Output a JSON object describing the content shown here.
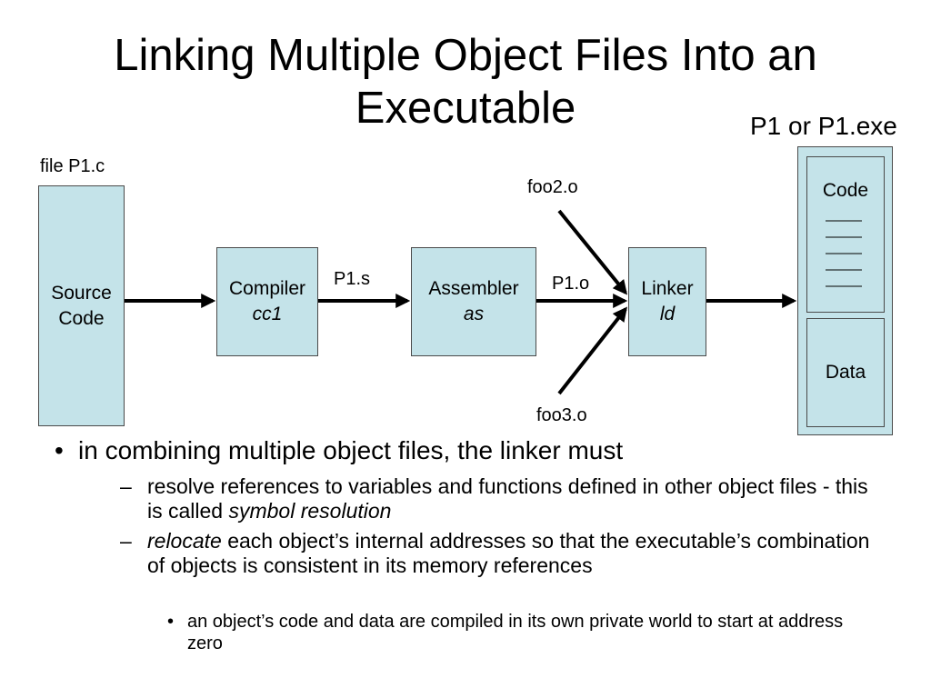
{
  "title": "Linking Multiple Object Files Into an Executable",
  "labels": {
    "source_file": "file P1.c",
    "p1s": "P1.s",
    "p1o": "P1.o",
    "foo2": "foo2.o",
    "foo3": "foo3.o",
    "exe_name": "P1 or P1.exe"
  },
  "boxes": {
    "source": {
      "line1": "Source",
      "line2": "Code"
    },
    "compiler": {
      "line1": "Compiler",
      "line2": "cc1"
    },
    "assembler": {
      "line1": "Assembler",
      "line2": "as"
    },
    "linker": {
      "line1": "Linker",
      "line2": "ld"
    },
    "exe_code": "Code",
    "exe_data": "Data"
  },
  "bullets": {
    "b1": "in combining multiple object files, the linker must",
    "b2a_pre": "resolve references to variables and functions defined in other object files - this is called ",
    "b2a_em": "symbol resolution",
    "b2b_em": "relocate",
    "b2b_post": " each object’s internal addresses so that the executable’s combination of objects is consistent in its memory references",
    "b3": "an object’s code and data are compiled in its own private world to start at address zero"
  },
  "colors": {
    "box_fill": "#c4e3e9",
    "border": "#4a4a4a",
    "arrow": "#000000"
  }
}
